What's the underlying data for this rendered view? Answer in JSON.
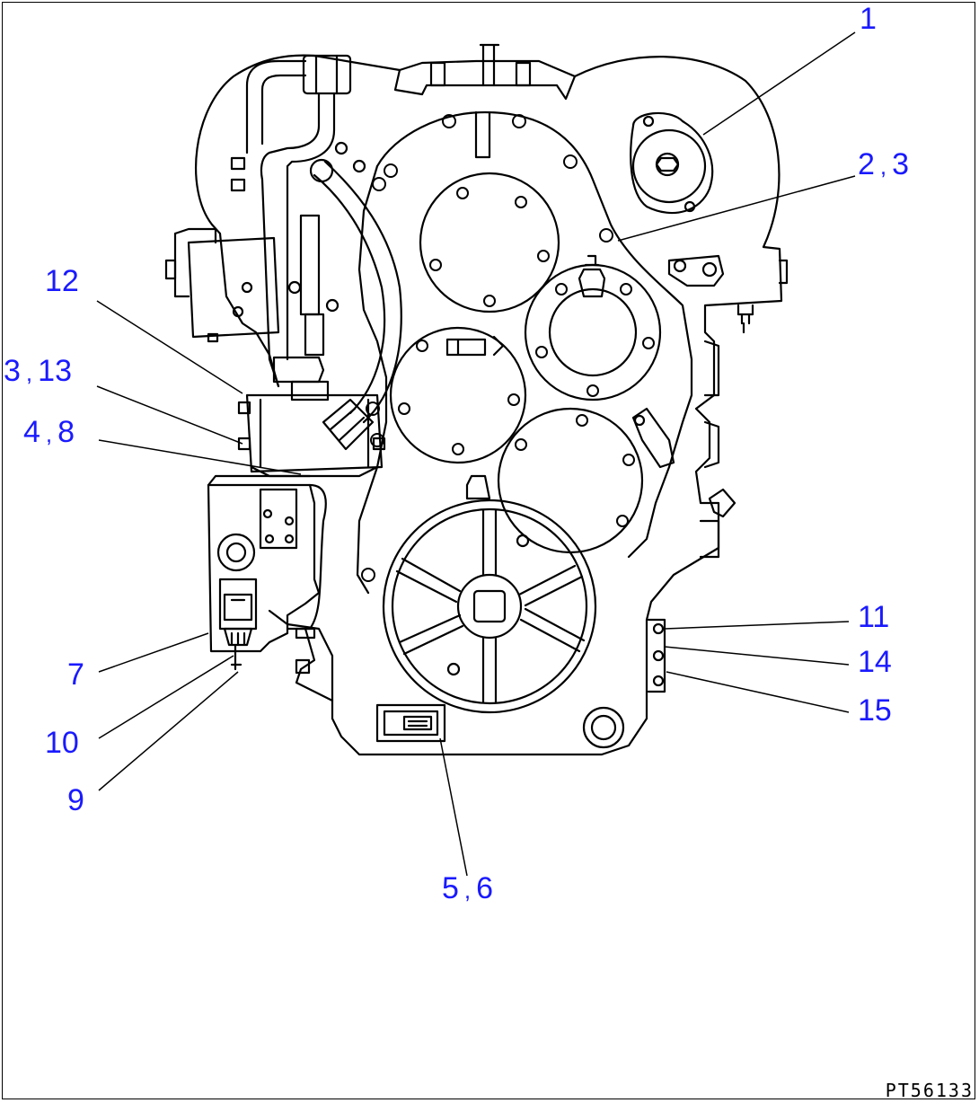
{
  "drawing_id": "PT56133",
  "callouts": [
    {
      "label": "1"
    },
    {
      "label": "2",
      "label2": "3"
    },
    {
      "label": "12"
    },
    {
      "label": "3",
      "label2": "13"
    },
    {
      "label": "4",
      "label2": "8"
    },
    {
      "label": "11"
    },
    {
      "label": "14"
    },
    {
      "label": "15"
    },
    {
      "label": "7"
    },
    {
      "label": "10"
    },
    {
      "label": "9"
    },
    {
      "label": "5",
      "label2": "6"
    }
  ],
  "colors": {
    "callout_text": "#1a1aff",
    "line": "#000000",
    "background": "#ffffff"
  }
}
